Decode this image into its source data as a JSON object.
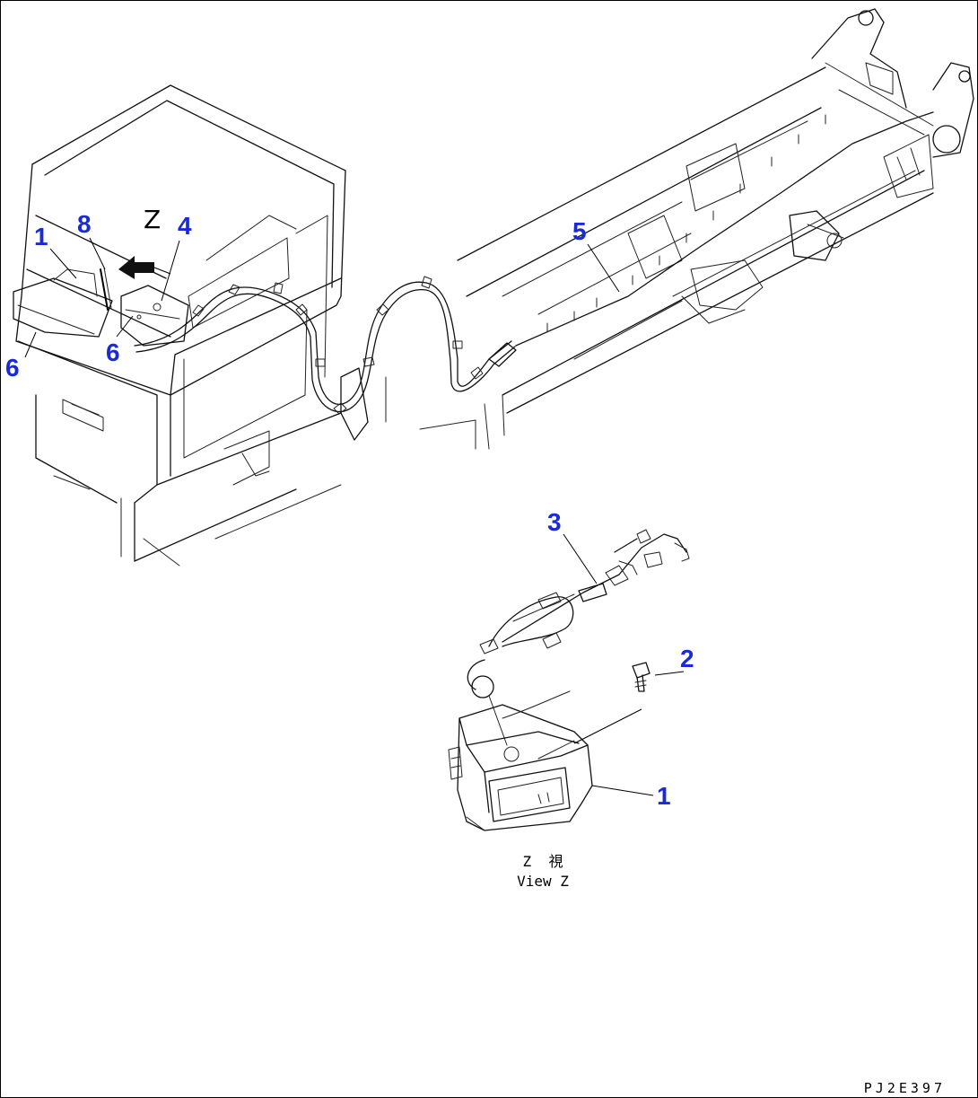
{
  "diagram": {
    "callouts": {
      "c1_top": "1",
      "c8": "8",
      "c4": "4",
      "c6_mid": "6",
      "c6_left": "6",
      "c5": "5",
      "c3": "3",
      "c2": "2",
      "c1_view": "1"
    },
    "view_marker": "Z",
    "view_caption_jp": "Z  視",
    "view_caption_en": "View Z",
    "drawing_code": "PJ2E397",
    "callout_color": "#1a2bd6"
  }
}
